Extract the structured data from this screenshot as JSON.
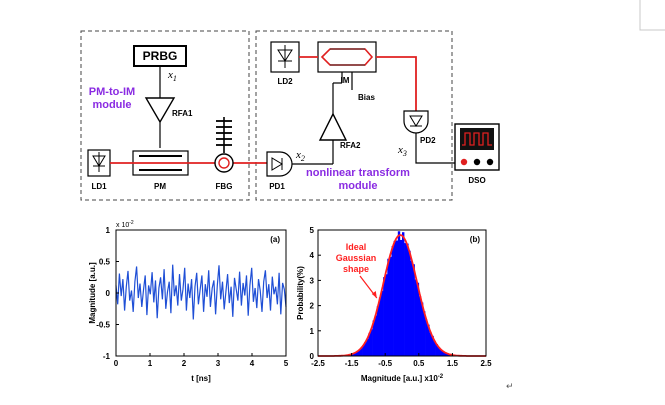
{
  "blocks": {
    "prbg": "PRBG",
    "pm_to_im_line1": "PM-to-IM",
    "pm_to_im_line2": "module",
    "nonlinear_line1": "nonlinear transform",
    "nonlinear_line2": "module",
    "x1": "x",
    "x1_sub": "1",
    "x2": "x",
    "x2_sub": "2",
    "x3": "x",
    "x3_sub": "3",
    "rfa1": "RFA1",
    "rfa2": "RFA2",
    "ld1": "LD1",
    "ld2": "LD2",
    "pm": "PM",
    "fbg": "FBG",
    "pd1": "PD1",
    "pd2": "PD2",
    "im": "IM",
    "bias": "Bias",
    "dso": "DSO"
  },
  "colors": {
    "beam": "#e02020",
    "purple": "#8a2be2",
    "signal": "#1f4fd6",
    "hist": "#0000ff",
    "gauss": "#ff2020"
  },
  "chart_data": [
    {
      "type": "line",
      "panel_label": "(a)",
      "xlabel": "t [ns]",
      "ylabel": "Magnitude [a.u.]",
      "y_multiplier": "x 10",
      "y_multiplier_exp": "-2",
      "xlim": [
        0,
        5
      ],
      "ylim": [
        -1,
        1
      ],
      "xticks": [
        "0",
        "1",
        "2",
        "3",
        "4",
        "5"
      ],
      "yticks": [
        "1",
        "0.5",
        "0",
        "-0.5",
        "-1"
      ],
      "series": [
        {
          "values": [
            0.12,
            -0.18,
            0.31,
            -0.05,
            0.22,
            -0.28,
            0.1,
            0.35,
            -0.12,
            0.04,
            -0.3,
            0.18,
            0.42,
            -0.08,
            0.15,
            -0.22,
            0.05,
            0.28,
            -0.35,
            0.12,
            -0.02,
            0.33,
            -0.15,
            0.2,
            -0.4,
            0.08,
            0.25,
            -0.1,
            0.38,
            -0.25,
            0.02,
            0.18,
            -0.32,
            0.45,
            -0.05,
            0.12,
            -0.2,
            0.3,
            -0.12,
            0.06,
            0.4,
            -0.28,
            0.15,
            -0.08,
            0.22,
            -0.42,
            0.1,
            0.32,
            -0.18,
            0.05,
            0.28,
            -0.3,
            0.14,
            -0.06,
            0.36,
            -0.22,
            0.08,
            0.2,
            -0.34,
            0.12,
            0.44,
            -0.1,
            0.18,
            -0.26,
            0.02,
            0.3,
            -0.16,
            0.1,
            -0.38,
            0.24,
            0.06,
            -0.12,
            0.34,
            -0.2,
            0.16,
            -0.04,
            0.28,
            -0.36,
            0.12,
            0.4,
            -0.14,
            0.08,
            -0.24,
            0.22,
            0.04,
            -0.3,
            0.18,
            0.36,
            -0.08,
            0.14,
            -0.28,
            0.26,
            -0.02,
            0.1,
            -0.18,
            0.32,
            -0.34,
            0.16,
            0.06,
            -0.22
          ]
        }
      ]
    },
    {
      "type": "bar",
      "panel_label": "(b)",
      "xlabel": "Magnitude [a.u.] x10",
      "xlabel_exp": "-2",
      "ylabel": "Probability(%)",
      "annotation_line1": "Ideal",
      "annotation_line2": "Gaussian",
      "annotation_line3": "shape",
      "xlim": [
        -2.5,
        2.5
      ],
      "ylim": [
        0,
        5
      ],
      "xticks": [
        "-2.5",
        "-1.5",
        "-0.5",
        "0.5",
        "1.5",
        "2.5"
      ],
      "yticks": [
        "5",
        "4",
        "3",
        "2",
        "1",
        "0"
      ],
      "gaussian": {
        "mean": -0.05,
        "sigma": 0.5,
        "peak": 4.8
      }
    }
  ]
}
